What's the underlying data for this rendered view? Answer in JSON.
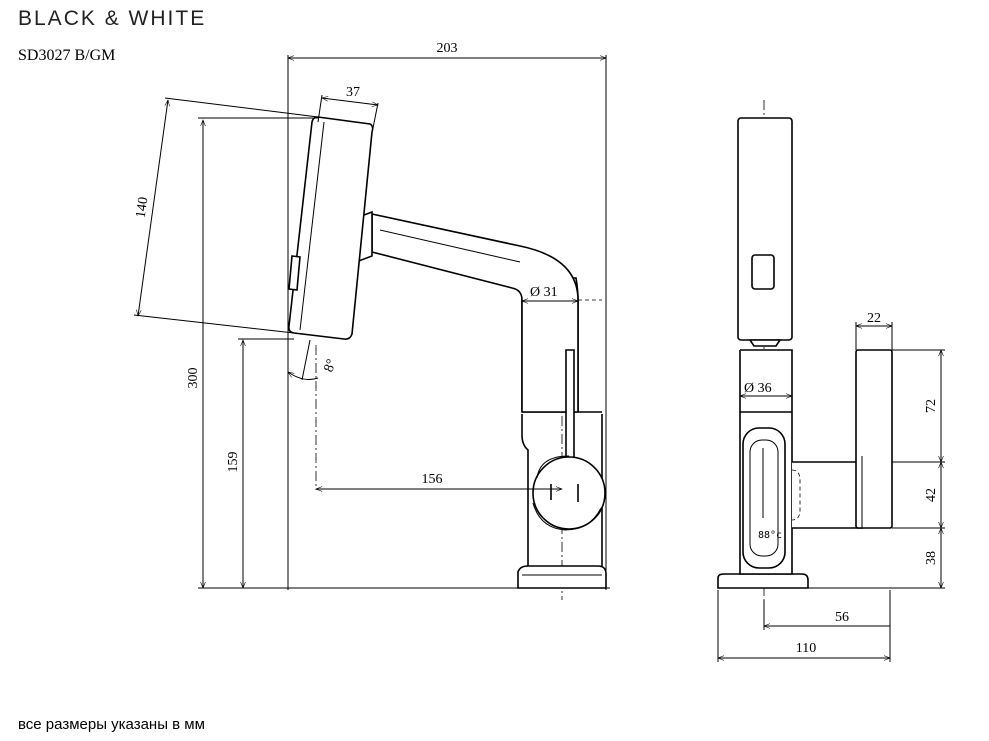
{
  "header": {
    "brand": "BLACK & WHITE",
    "model": "SD3027 B/GM"
  },
  "footer": {
    "note": "все размеры указаны в мм"
  },
  "dimensions": {
    "total_width": "203",
    "head_width": "37",
    "head_length": "140",
    "total_height": "300",
    "spout_height": "159",
    "reach": "156",
    "spout_diameter": "Ø 31",
    "body_diameter": "Ø 36",
    "angle": "8°",
    "handle_width": "22",
    "handle_height": "72",
    "handle_offset": "42",
    "handle_base_height": "38",
    "base_half": "56",
    "base_depth": "110"
  },
  "display": {
    "value": "88°c"
  }
}
